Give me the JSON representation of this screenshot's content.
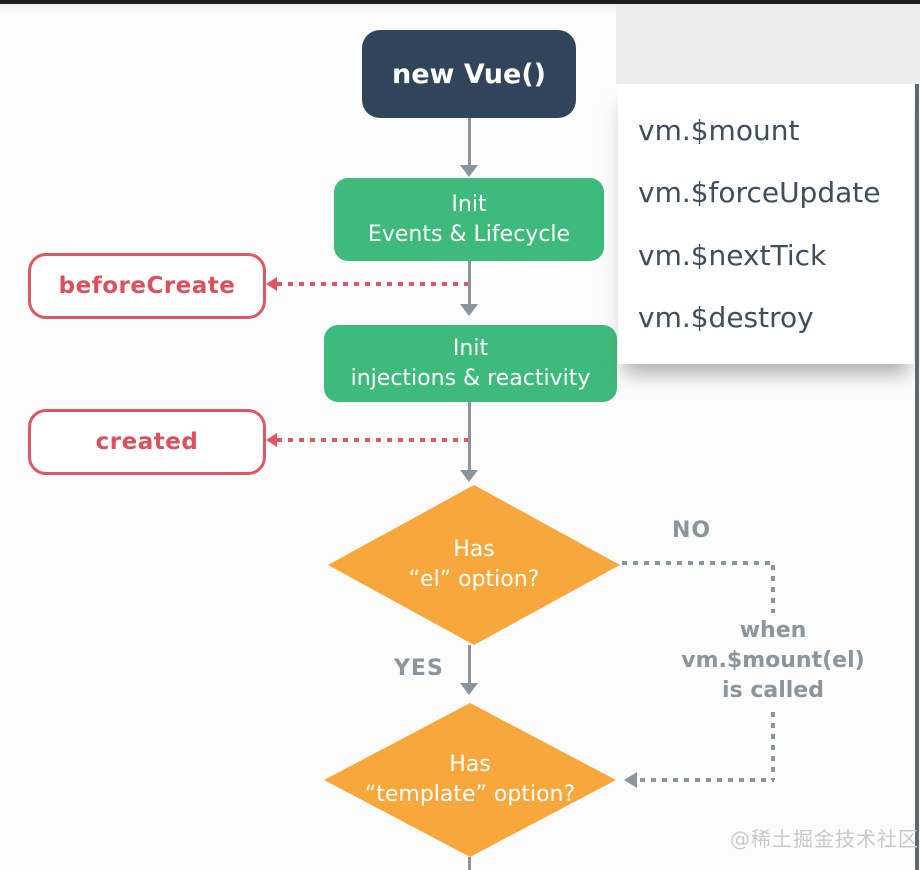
{
  "flow": {
    "root": "new Vue()",
    "init_events_line1": "Init",
    "init_events_line2": "Events & Lifecycle",
    "before_create": "beforeCreate",
    "init_injections_line1": "Init",
    "init_injections_line2": "injections & reactivity",
    "created": "created",
    "has_el_line1": "Has",
    "has_el_line2": "“el” option?",
    "no_label": "NO",
    "yes_label": "YES",
    "when_line1": "when",
    "when_line2": "vm.$mount(el)",
    "when_line3": "is called",
    "has_template_line1": "Has",
    "has_template_line2": "“template” option?"
  },
  "panel": {
    "items": [
      "vm.$mount",
      "vm.$forceUpdate",
      "vm.$nextTick",
      "vm.$destroy"
    ]
  },
  "watermark": "@稀土掘金技术社区",
  "colors": {
    "navy": "#30455a",
    "green": "#3eba7d",
    "orange": "#f7a73b",
    "red": "#dd5863",
    "arrow_gray": "#8a949d",
    "panel_text": "#3e4e5e",
    "watermark_gray": "#c9c9c9"
  }
}
